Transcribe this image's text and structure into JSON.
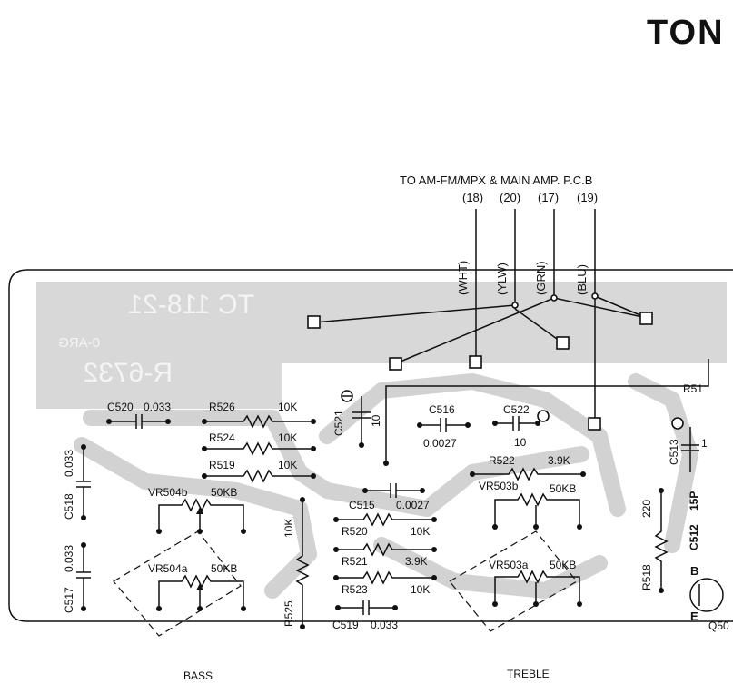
{
  "title": "TON",
  "connector": {
    "heading": "TO AM-FM/MPX & MAIN AMP. P.C.B",
    "pins": [
      "(18)",
      "(20)",
      "(17)",
      "(19)"
    ],
    "wires": [
      "(WHT)",
      "(YLW)",
      "(GRN)",
      "(BLU)"
    ]
  },
  "board_marking": {
    "line1": "TC 118-21",
    "line2": "0-ARG",
    "line3": "R-6732"
  },
  "components": {
    "c520": "C520",
    "c520_val": "0.033",
    "r526": "R526",
    "r526_val": "10K",
    "r524": "R524",
    "r524_val": "10K",
    "r519": "R519",
    "r519_val": "10K",
    "c518": "C518",
    "c518_val": "0.033",
    "c517": "C517",
    "c517_val": "0.033",
    "vr504b": "VR504b",
    "vr504b_val": "50KB",
    "vr504a": "VR504a",
    "vr504a_val": "50KB",
    "r525": "R525",
    "r525_val": "10K",
    "c521": "C521",
    "c521_val": "10",
    "c516": "C516",
    "c516_val": "0.0027",
    "c522": "C522",
    "c522_val": "10",
    "c515": "C515",
    "c515_val": "0.0027",
    "r520": "R520",
    "r520_val": "10K",
    "r521": "R521",
    "r521_val": "3.9K",
    "r523": "R523",
    "r523_val": "10K",
    "c519": "C519",
    "c519_val": "0.033",
    "r522": "R522",
    "r522_val": "3.9K",
    "vr503b": "VR503b",
    "vr503b_val": "50KB",
    "vr503a": "VR503a",
    "vr503a_val": "50KB",
    "c513": "C513",
    "c513_val": "1",
    "c512": "C512",
    "c512_val": "15P",
    "r518": "R518",
    "r518_val": "220",
    "r51x": "R51",
    "q50x": "Q50",
    "b_label": "B",
    "e_label": "E"
  },
  "footer": {
    "bass": "BASS",
    "treble": "TREBLE"
  }
}
